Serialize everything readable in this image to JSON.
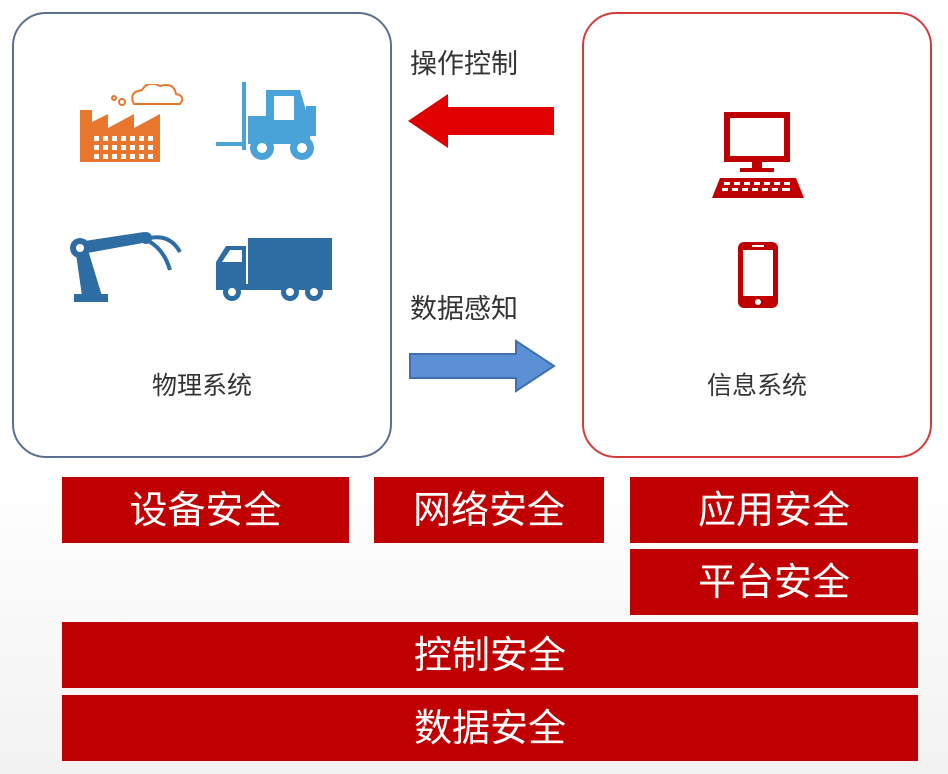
{
  "physical_system": {
    "label": "物理系统"
  },
  "cyber_system": {
    "label": "信息系统"
  },
  "arrows": {
    "control_label": "操作控制",
    "sense_label": "数据感知"
  },
  "security_layers": {
    "device": "设备安全",
    "network": "网络安全",
    "application": "应用安全",
    "platform": "平台安全",
    "control": "控制安全",
    "data": "数据安全"
  },
  "colors": {
    "physical_border": "#5b6f8f",
    "cyber_border": "#d43c3c",
    "security_bar": "#c00000",
    "control_arrow": "#e00000",
    "sense_arrow": "#5b8fd6",
    "factory_icon": "#e8762c",
    "forklift_icon": "#4aa3d8",
    "robot_arm_icon": "#2e6da4",
    "truck_icon": "#2e6da4",
    "device_icon": "#c00000"
  },
  "icons": [
    "factory-icon",
    "forklift-icon",
    "robot-arm-icon",
    "truck-icon",
    "computer-icon",
    "smartphone-icon"
  ]
}
